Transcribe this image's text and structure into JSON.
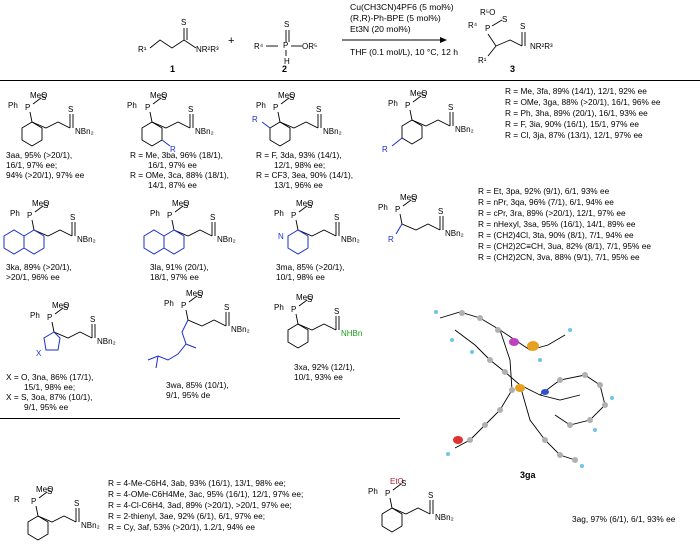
{
  "scheme": {
    "reagents": [
      "Cu(CH3CN)4PF6 (5 mol%)",
      "(R,R)-Ph-BPE (5 mol%)",
      "Et3N (20 mol%)"
    ],
    "conditions": "THF (0.1 mol/L), 10 °C, 12 h",
    "plus": "+",
    "compound_labels": [
      "1",
      "2",
      "3"
    ]
  },
  "entries": {
    "aa": [
      "3aa, 95% (>20/1),",
      "16/1, 97% ee;",
      "94% (>20/1), 97% ee"
    ],
    "ba_ca": [
      "R = Me, 3ba, 96% (18/1),",
      "16/1, 97% ee",
      "R = OMe, 3ca, 88% (18/1),",
      "14/1, 87% ee"
    ],
    "da": [
      "R = F, 3da, 93% (14/1),",
      "12/1, 98% ee;",
      "R = CF3, 3ea, 90% (14/1),",
      "13/1, 96% ee"
    ],
    "fa_ja": [
      "R = Me, 3fa, 89% (14/1), 12/1, 92% ee",
      "R = OMe, 3ga, 88% (>20/1), 16/1, 96% ee",
      "R = Ph, 3ha, 89% (20/1), 16/1, 93% ee",
      "R = F, 3ia, 90% (16/1), 15/1, 97% ee",
      "R = Cl, 3ja, 87% (13/1), 12/1, 97% ee"
    ],
    "ka": [
      "3ka, 89% (>20/1),",
      ">20/1, 96% ee"
    ],
    "la": [
      "3la, 91% (20/1),",
      "18/1, 97% ee"
    ],
    "ma": [
      "3ma, 85% (>20/1),",
      "10/1, 98% ee"
    ],
    "pa_va": [
      "R = Et, 3pa, 92% (9/1), 6/1, 93% ee",
      "R = nPr, 3qa, 96% (7/1), 6/1, 94% ee",
      "R = cPr, 3ra, 89% (>20/1), 12/1, 97% ee",
      "R = nHexyl, 3sa, 95% (16/1), 14/1, 89% ee",
      "R = (CH2)4Cl, 3ta, 90% (8/1), 7/1, 94% ee",
      "R = (CH2)2C≡CH, 3ua, 82% (8/1), 7/1, 95% ee",
      "R = (CH2)2CN, 3va, 88% (9/1), 7/1, 95% ee"
    ],
    "na_oa": [
      "X = O, 3na, 86% (17/1),",
      "15/1, 98% ee;",
      "X = S, 3oa, 87% (10/1),",
      "9/1, 95% ee"
    ],
    "wa": [
      "3wa, 85% (10/1),",
      "9/1, 95% de"
    ],
    "xa": [
      "3xa, 92% (12/1),",
      "10/1, 93% ee"
    ],
    "ab_af": [
      "R = 4-Me-C6H4, 3ab, 93% (16/1), 13/1, 98% ee;",
      "R = 4-OMe-C6H4Me, 3ac, 95% (16/1), 12/1, 97% ee;",
      "R = 4-Cl-C6H4, 3ad, 89% (>20/1), >20/1, 97% ee;",
      "R = 2-thienyl, 3ae, 92% (6/1), 6/1, 97% ee;",
      "R = Cy, 3af, 53% (>20/1), 1.2/1, 94% ee"
    ],
    "ag": "3ag, 97% (6/1), 6/1, 93% ee",
    "xray_label": "3ga"
  },
  "colors": {
    "highlight_blue": "#1a2fd0",
    "highlight_green": "#1a9a1a",
    "highlight_red": "#b0203a"
  }
}
